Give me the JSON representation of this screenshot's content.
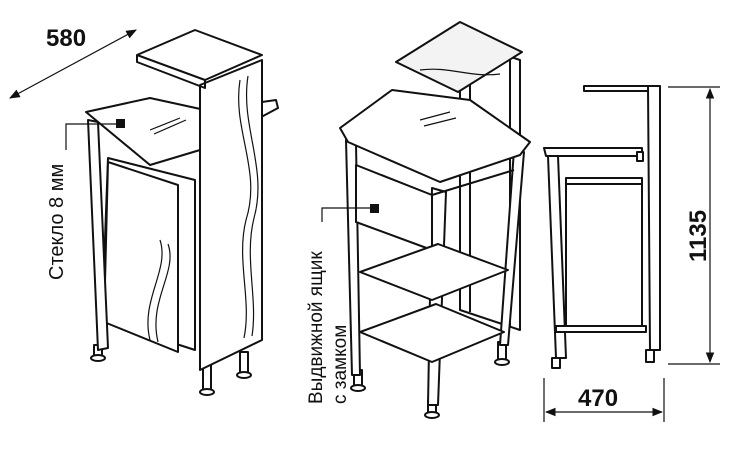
{
  "dimensions": {
    "depth": "580",
    "height": "1135",
    "width": "470"
  },
  "annotations": {
    "glass": "Стекло 8 мм",
    "drawer_line1": "Выдвижной ящик",
    "drawer_line2": "с замком"
  }
}
